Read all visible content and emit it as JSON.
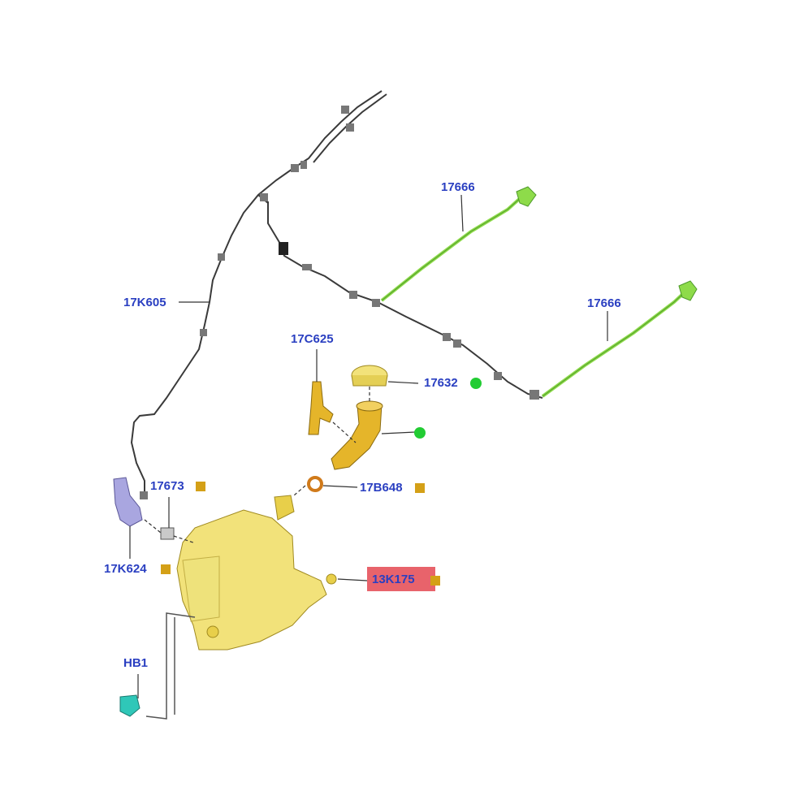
{
  "colors": {
    "label_text": "#2a3fc1",
    "marker_square": "#d4a017",
    "marker_dot": "#22cc33",
    "highlight": "#e8636b",
    "hose": "#3a3a3a",
    "reservoir": "#f2e27a",
    "wiper_arm": "#8edb4a",
    "pump": "#a9a6e0",
    "harness_connector": "#2fc7b8"
  },
  "callouts": {
    "hose_upper_right_1": "17666",
    "hose_upper_right_2": "17666",
    "hose_main": "17K605",
    "bracket": "17C625",
    "filler_cap": "17632",
    "check_valve": "17673",
    "grommet": "17B648",
    "pump": "17K624",
    "reservoir": "13K175",
    "harness": "HB1"
  },
  "markers": {
    "filler_cap": "dot",
    "filler_neck": "dot",
    "check_valve": "square",
    "grommet": "square",
    "pump": "square",
    "reservoir": "square"
  },
  "highlighted_part": "13K175"
}
